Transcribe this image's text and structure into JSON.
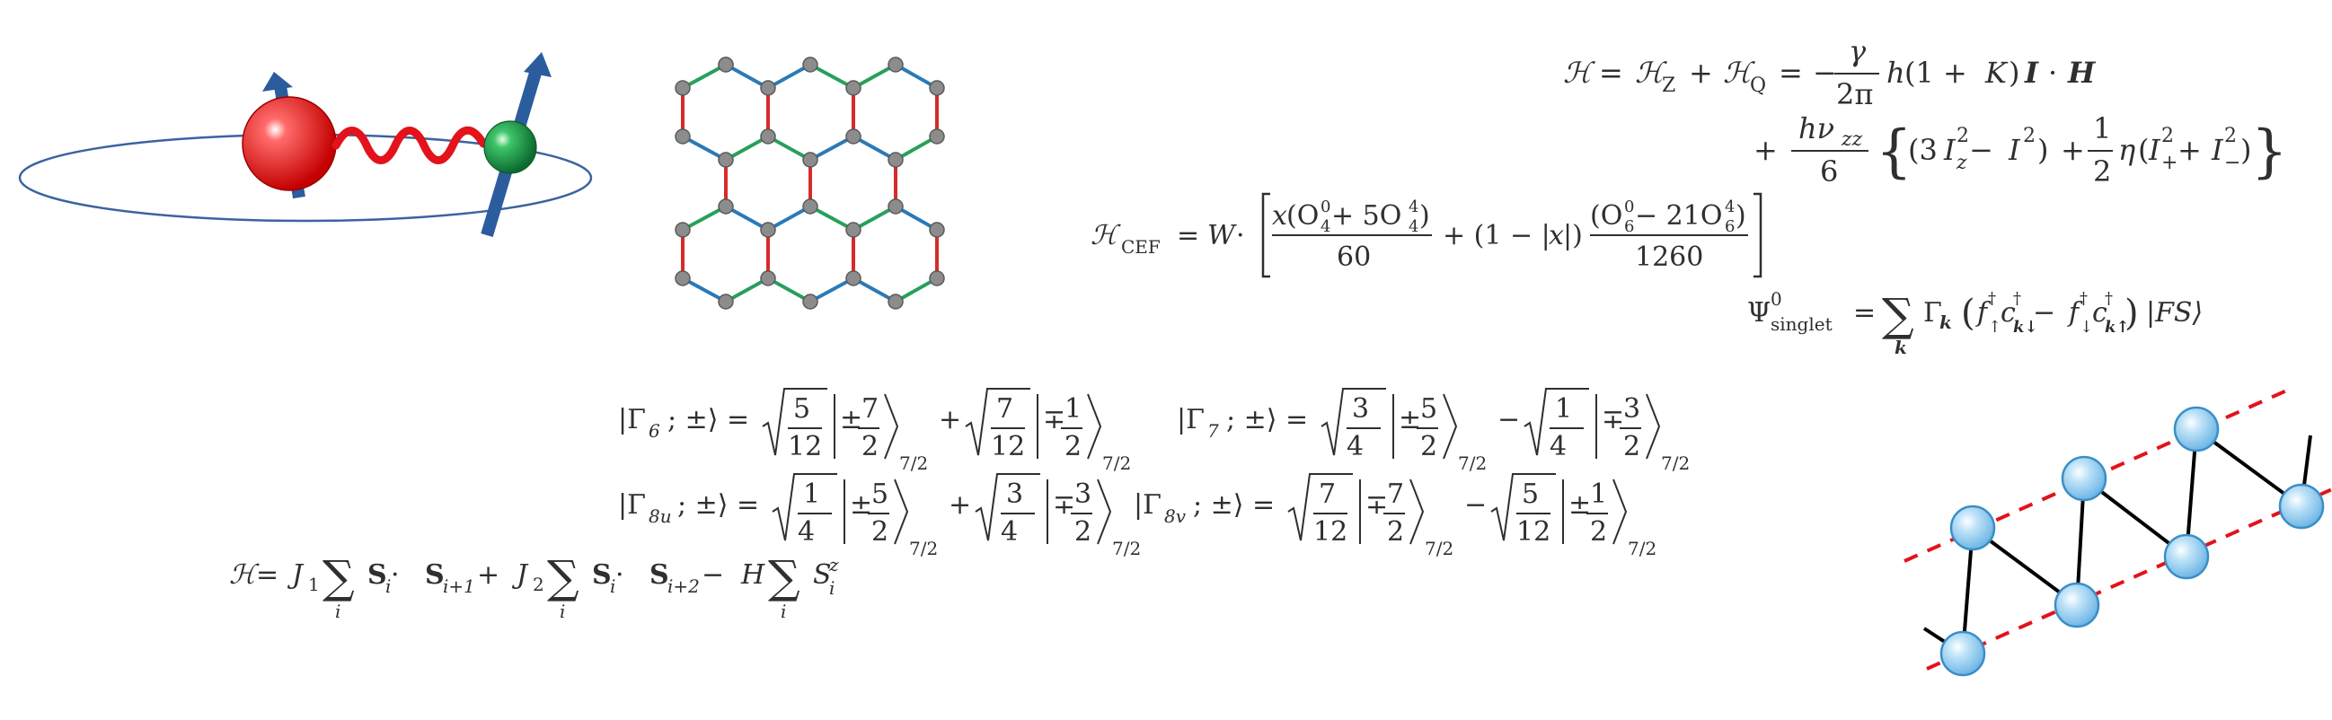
{
  "colors": {
    "ink": "#2f2f2f",
    "nucleus_red": "#e81212",
    "electron_green": "#16a34a",
    "spin_arrow_blue": "#2b5c9e",
    "orbit_blue": "#3a63a0",
    "wave_red": "#e3121b",
    "lattice_red": "#d62b2b",
    "lattice_green": "#27a05a",
    "lattice_blue": "#2a7ab8",
    "lattice_node": "#8c8c8c",
    "chain_ball": "#a9d7f3",
    "chain_ball_edge": "#3a8ec6",
    "chain_dash": "#e3121b",
    "chain_bond": "#000000"
  },
  "icons": {
    "hyperfine": "nucleus-electron-hyperfine-icon",
    "honeycomb": "kitaev-honeycomb-lattice-icon",
    "zigzag": "zigzag-spin-chain-icon"
  },
  "equations": {
    "zeeman_quad": {
      "line1": {
        "H": "ℋ",
        "eq": "=",
        "plus": "+",
        "Hz": "ℋ",
        "z_sub": "Z",
        "Hq": "ℋ",
        "q_sub": "Q",
        "minus": "−",
        "gamma": "γ",
        "two_pi": "2π",
        "h": "h",
        "onek": "(1 + ",
        "K": "K",
        "close": ")",
        "I": "I",
        "dot": "·",
        "Hvec": "H"
      },
      "line2": {
        "plus": "+",
        "h_nu": "hν",
        "zz": "zz",
        "six": "6",
        "open": "(3",
        "Iz": "I",
        "z": "z",
        "sq": "2",
        "minus": " − ",
        "I2": "I",
        "close": ")",
        "one": "1",
        "two": "2",
        "eta": "η",
        "open2": "(",
        "Ip": "I",
        "p": "+",
        "plus2": " + ",
        "Im": "I",
        "m": "−",
        "close2": ")"
      }
    },
    "cef": {
      "H": "ℋ",
      "sub": "CEF",
      "eq": "= ",
      "W": "W",
      "dot": " · ",
      "num1_a": "x",
      "num1_b": "(O",
      "num1_c": " + 5O",
      "num1_d": ")",
      "den1": "60",
      "mid": "+ (1 − |",
      "x": "x",
      "mid2": "|)",
      "num2_a": "(O",
      "num2_b": " − 21O",
      "num2_c": ")",
      "den2": "1260",
      "sup0": "0",
      "sup4": "4",
      "sub4": "4",
      "sub6": "6"
    },
    "singlet": {
      "Psi": "Ψ",
      "sup": "0",
      "sub": "singlet",
      "eq": "=",
      "sum_sub": "k",
      "Gamma": "Γ",
      "k": "k",
      "open": "(",
      "f": "f",
      "up": "↑",
      "dn": "↓",
      "dag": "†",
      "c": "c",
      "kdn": "k↓",
      "minus": " − ",
      "kup": "k↑",
      "close": ")",
      "ket": "|FS⟩"
    },
    "gamma6": {
      "lhs": "|Γ",
      "sub": "6",
      "lhs2": "; ±⟩ = ",
      "n1": "5",
      "d1": "12",
      "k1": "±",
      "kn1": "7",
      "kd": "2",
      "jsub": "7/2",
      "op": "+",
      "n2": "7",
      "d2": "12",
      "k2": "∓",
      "kn2": "1"
    },
    "gamma7": {
      "lhs": "|Γ",
      "sub": "7",
      "lhs2": "; ±⟩ = ",
      "n1": "3",
      "d1": "4",
      "k1": "±",
      "kn1": "5",
      "kd": "2",
      "jsub": "7/2",
      "op": "−",
      "n2": "1",
      "d2": "4",
      "k2": "∓",
      "kn2": "3"
    },
    "gamma8u": {
      "lhs": "|Γ",
      "sub": "8u",
      "lhs2": "; ±⟩ = ",
      "n1": "1",
      "d1": "4",
      "k1": "±",
      "kn1": "5",
      "kd": "2",
      "jsub": "7/2",
      "op": "+",
      "n2": "3",
      "d2": "4",
      "k2": "∓",
      "kn2": "3"
    },
    "gamma8v": {
      "lhs": "|Γ",
      "sub": "8v",
      "lhs2": "; ±⟩ = ",
      "n1": "7",
      "d1": "12",
      "k1": "∓",
      "kn1": "7",
      "kd": "2",
      "jsub": "7/2",
      "op": "−",
      "n2": "5",
      "d2": "12",
      "k2": "±",
      "kn2": "1"
    },
    "heisenberg": {
      "H": "ℋ",
      "eq": " = ",
      "J1": "J",
      "one": "1",
      "i": "i",
      "S": "S",
      "dot": " · ",
      "ip1": "i+1",
      "plus": " + ",
      "J2": "J",
      "two": "2",
      "ip2": "i+2",
      "minus": " − ",
      "Hf": "H",
      "Sz": "S",
      "z": "z"
    }
  }
}
